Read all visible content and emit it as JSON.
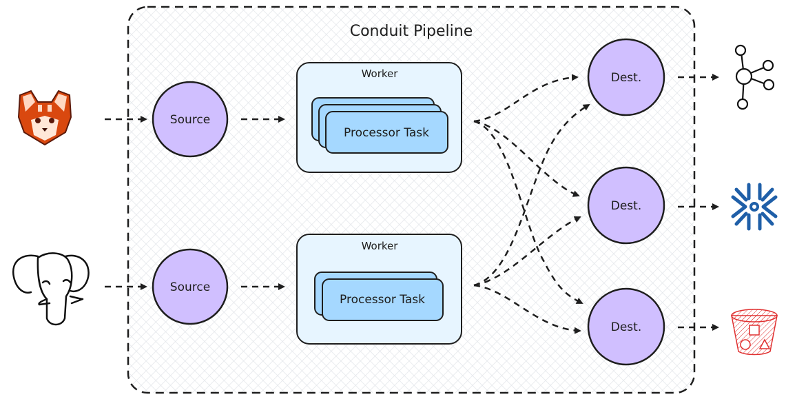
{
  "title": "Conduit Pipeline",
  "sources": [
    {
      "label": "Source",
      "system": "Redpanda",
      "icon": "red-panda-icon"
    },
    {
      "label": "Source",
      "system": "PostgreSQL",
      "icon": "elephant-icon"
    }
  ],
  "workers": [
    {
      "label": "Worker",
      "task_label": "Processor Task",
      "task_count": 3
    },
    {
      "label": "Worker",
      "task_label": "Processor Task",
      "task_count": 2
    }
  ],
  "destinations": [
    {
      "label": "Dest.",
      "system": "Kafka",
      "icon": "network-graph-icon"
    },
    {
      "label": "Dest.",
      "system": "Snowflake",
      "icon": "snowflake-icon"
    },
    {
      "label": "Dest.",
      "system": "S3",
      "icon": "bucket-icon"
    }
  ],
  "colors": {
    "node_fill": "#d0bfff",
    "worker_fill": "#e7f5ff",
    "task_fill": "#a5d8ff",
    "stroke": "#1e1e1e",
    "snowflake": "#1f5fa8",
    "bucket": "#e03131",
    "panda_main": "#d9480f"
  }
}
